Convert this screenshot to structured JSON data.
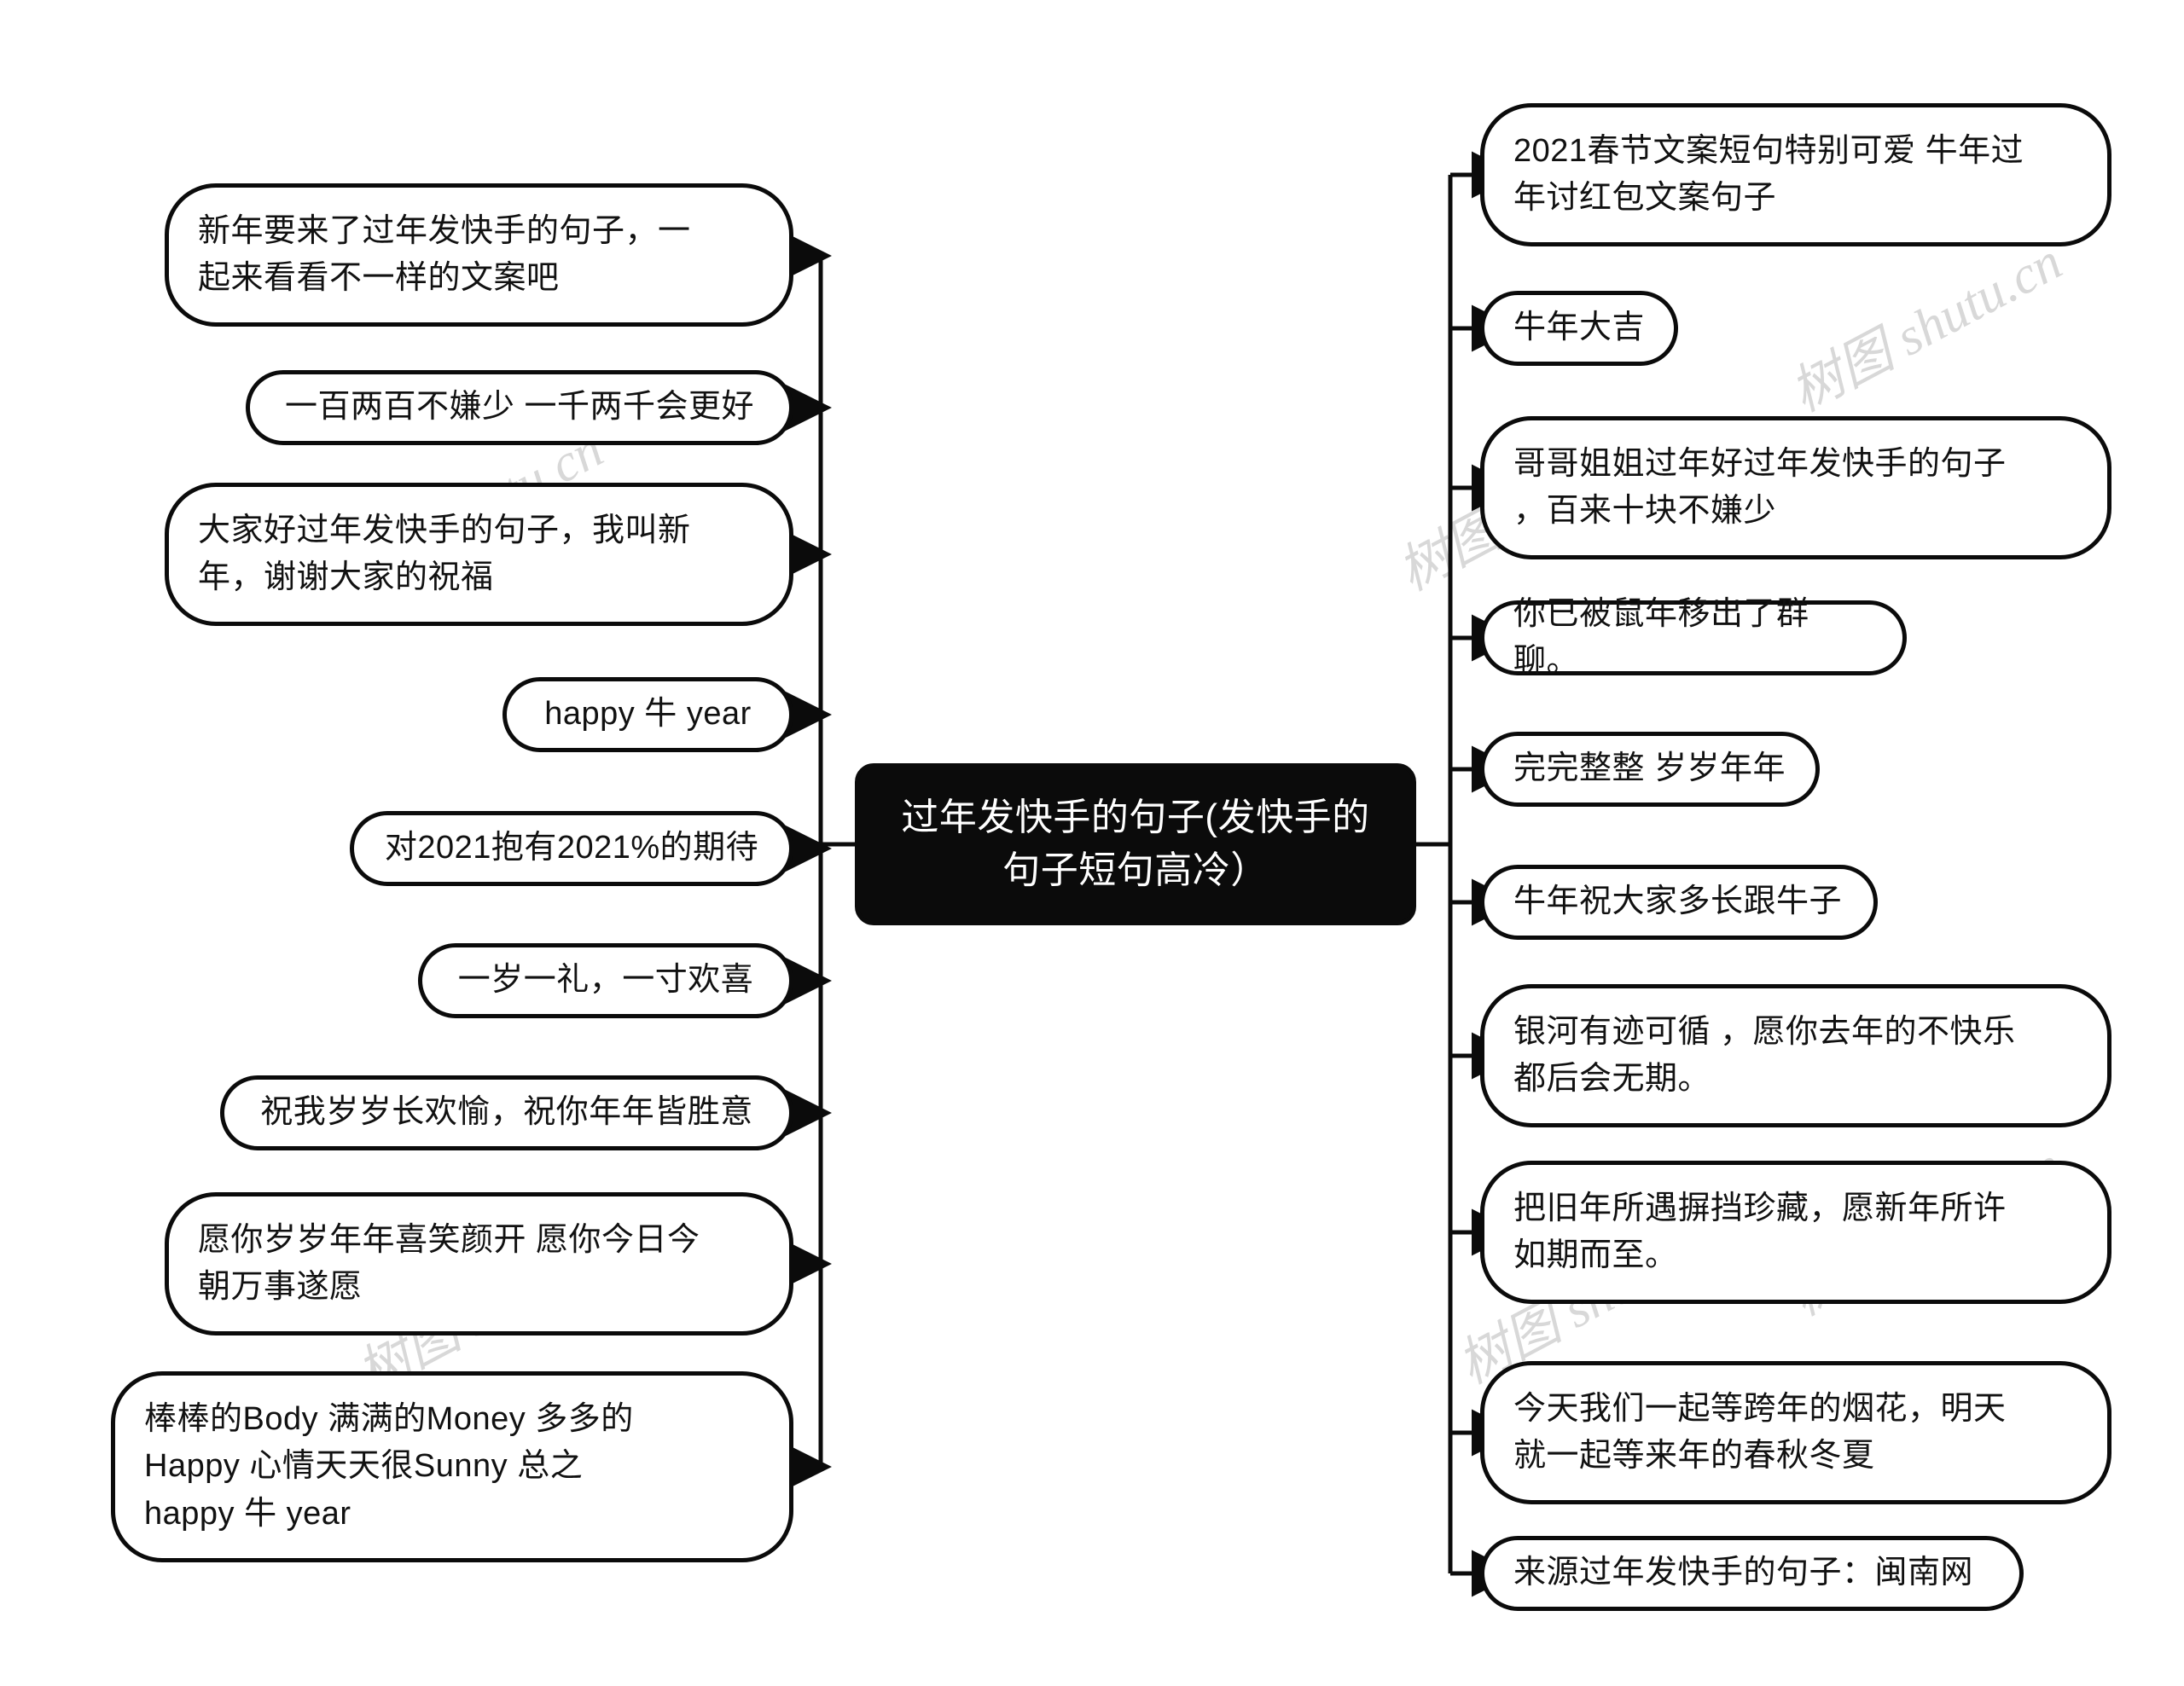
{
  "diagram": {
    "type": "mindmap",
    "root": {
      "label": "过年发快手的句子(发快手的句子短句高冷）",
      "background": "#0b0b0b",
      "text_color": "#ffffff"
    },
    "left_branches": [
      {
        "label": "新年要来了过年发快手的句子，一\n起来看看不一样的文案吧"
      },
      {
        "label": "一百两百不嫌少 一千两千会更好"
      },
      {
        "label": "大家好过年发快手的句子，我叫新\n年，谢谢大家的祝福"
      },
      {
        "label": "happy 牛 year"
      },
      {
        "label": "对2021抱有2021%的期待"
      },
      {
        "label": "一岁一礼，一寸欢喜"
      },
      {
        "label": "祝我岁岁长欢愉，祝你年年皆胜意"
      },
      {
        "label": "愿你岁岁年年喜笑颜开 愿你今日今\n朝万事遂愿"
      },
      {
        "label": "棒棒的Body 满满的Money 多多的\nHappy 心情天天很Sunny 总之\nhappy 牛 year"
      }
    ],
    "right_branches": [
      {
        "label": "2021春节文案短句特别可爱 牛年过\n年讨红包文案句子"
      },
      {
        "label": "牛年大吉"
      },
      {
        "label": "哥哥姐姐过年好过年发快手的句子\n，百来十块不嫌少"
      },
      {
        "label": "你已被鼠年移出了群聊。"
      },
      {
        "label": "完完整整 岁岁年年"
      },
      {
        "label": "牛年祝大家多长跟牛子"
      },
      {
        "label": "银河有迹可循 ，愿你去年的不快乐\n都后会无期。"
      },
      {
        "label": "把旧年所遇摒挡珍藏，愿新年所许\n如期而至。"
      },
      {
        "label": "今天我们一起等跨年的烟花，明天\n就一起等来年的春秋冬夏"
      },
      {
        "label": "来源过年发快手的句子：闽南网"
      }
    ],
    "watermarks": [
      {
        "text": "树图 shutu.cn"
      },
      {
        "text": "树图 shutu.cn"
      },
      {
        "text": "树图 shutu.cn"
      },
      {
        "text": "树图 shutu.cn"
      },
      {
        "text": "树图 shutu.cn"
      },
      {
        "text": "树图 shutu.cn"
      }
    ],
    "colors": {
      "stroke": "#0b0b0b",
      "node_fill": "#ffffff",
      "root_fill": "#0b0b0b",
      "watermark": "#d8d8d8"
    }
  }
}
